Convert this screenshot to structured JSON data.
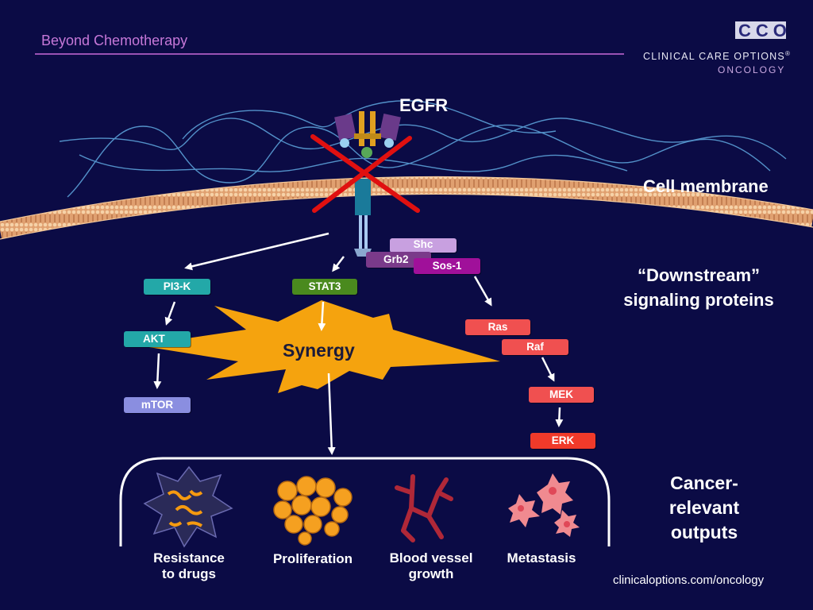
{
  "header": {
    "title": "Beyond Chemotherapy"
  },
  "logo": {
    "letters": "CCO",
    "name": "CLINICAL CARE OPTIONS",
    "registered": "®",
    "sub": "ONCOLOGY"
  },
  "labels": {
    "egfr": "EGFR",
    "cell_membrane": "Cell membrane",
    "downstream": "“Downstream” signaling proteins",
    "synergy": "Synergy",
    "cancer_outputs": "Cancer-relevant outputs"
  },
  "proteins": {
    "shc": "Shc",
    "grb2": "Grb2",
    "sos1": "Sos-1",
    "pi3k": "PI3-K",
    "stat3": "STAT3",
    "akt": "AKT",
    "mtor": "mTOR",
    "ras": "Ras",
    "raf": "Raf",
    "mek": "MEK",
    "erk": "ERK"
  },
  "outputs": {
    "resistance": "Resistance to drugs",
    "proliferation": "Proliferation",
    "blood_vessel": "Blood vessel growth",
    "metastasis": "Metastasis"
  },
  "footer": {
    "url": "clinicaloptions.com/oncology"
  },
  "colors": {
    "background": "#0b0b45",
    "accent": "#9a52b4",
    "inhibit_x": "#e01010",
    "pi3k": "#23a8a8",
    "stat3": "#4a8a1e",
    "mtor": "#8a8ee0",
    "mapk": "#f05050",
    "synergy": "#f5a30e",
    "sos1": "#a0109a",
    "shc": "#c8a0e0",
    "grb2": "#7a3a8a"
  }
}
